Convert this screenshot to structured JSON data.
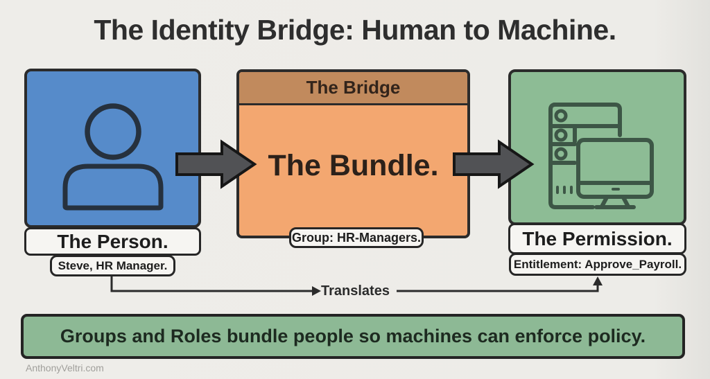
{
  "title": "The Identity Bridge: Human to Machine.",
  "person": {
    "label": "The Person.",
    "sublabel": "Steve, HR Manager.",
    "icon": "person-icon"
  },
  "bridge": {
    "header": "The Bridge",
    "body": "The Bundle.",
    "sublabel": "Group: HR-Managers."
  },
  "permission": {
    "label": "The Permission.",
    "sublabel": "Entitlement: Approve_Payroll.",
    "icon": "server-monitor-icon"
  },
  "connector": {
    "label": "Translates"
  },
  "banner": {
    "text": "Groups and Roles bundle people so machines can enforce policy."
  },
  "watermark": "AnthonyVeltri.com",
  "colors": {
    "background": "#edece8",
    "person_box": "#568bca",
    "bridge_header": "#c18a5d",
    "bridge_body": "#f3a770",
    "permission_box": "#8dbc95",
    "banner": "#8db995",
    "arrow_fill": "#515255",
    "border": "#2b2b2b",
    "label_bg": "#f6f5f2",
    "person_icon_stroke": "#26313e",
    "machine_icon_stroke": "#3d5646"
  }
}
